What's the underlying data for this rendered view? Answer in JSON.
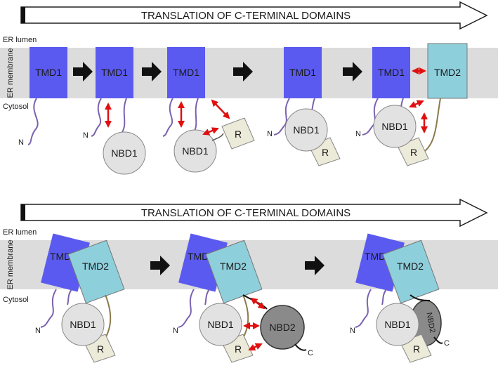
{
  "banners": {
    "top": "TRANSLATION OF C-TERMINAL DOMAINS",
    "bottom": "TRANSLATION OF C-TERMINAL DOMAINS"
  },
  "labels": {
    "er_lumen": "ER lumen",
    "er_membrane": "ER membrane",
    "cytosol": "Cytosol"
  },
  "domains": {
    "tmd1": "TMD1",
    "tmd2": "TMD2",
    "nbd1": "NBD1",
    "nbd2": "NBD2",
    "r": "R",
    "n_terminus": "N",
    "c_terminus": "C"
  },
  "colors": {
    "tmd1": "#5a5af0",
    "tmd2": "#8ecfdc",
    "nbd1": "#e2e2e2",
    "nbd2": "#8a8a8a",
    "r": "#ecead8",
    "membrane": "#dcdcdc",
    "interaction_arrow": "#e01010",
    "n_linker": "#7a62b0",
    "c_linker": "#8a7a4a"
  }
}
